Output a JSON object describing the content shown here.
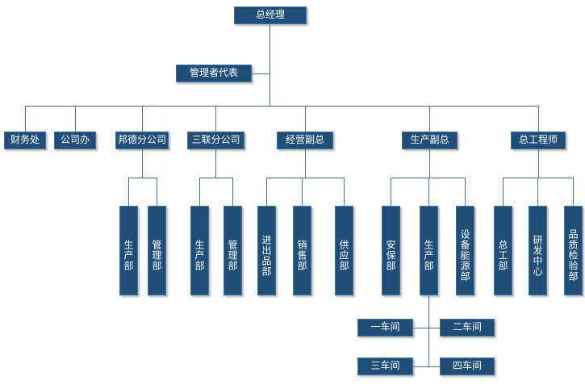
{
  "diagram": {
    "type": "org-chart",
    "background": "#ffffff",
    "colors": {
      "node_fill": "#1f4e79",
      "node_border": "#41719c",
      "connector_line": "#41719c",
      "node_text": "#ffffff"
    },
    "nodes": [
      {
        "id": "general-manager",
        "label": "总经理"
      },
      {
        "id": "management-representative",
        "label": "管理者代表"
      },
      {
        "id": "finance-office",
        "label": "财务处"
      },
      {
        "id": "company-office",
        "label": "公司办"
      },
      {
        "id": "bangde-branch",
        "label": "邦德分公司"
      },
      {
        "id": "sanlian-branch",
        "label": "三联分公司"
      },
      {
        "id": "operations-vp",
        "label": "经营副总"
      },
      {
        "id": "production-vp",
        "label": "生产副总"
      },
      {
        "id": "chief-engineer",
        "label": "总工程师"
      },
      {
        "id": "bangde-production-dept",
        "label": "生产部"
      },
      {
        "id": "bangde-management-dept",
        "label": "管理部"
      },
      {
        "id": "sanlian-production-dept",
        "label": "生产部"
      },
      {
        "id": "sanlian-management-dept",
        "label": "管理部"
      },
      {
        "id": "import-export-dept",
        "label": "进出品部"
      },
      {
        "id": "sales-dept",
        "label": "销售部"
      },
      {
        "id": "supply-dept",
        "label": "供应部"
      },
      {
        "id": "security-dept",
        "label": "安保部"
      },
      {
        "id": "production-dept",
        "label": "生产部"
      },
      {
        "id": "equipment-energy-dept",
        "label": "设备能源部"
      },
      {
        "id": "chief-engineer-dept",
        "label": "总工部"
      },
      {
        "id": "rd-center",
        "label": "研发中心"
      },
      {
        "id": "quality-inspection-dept",
        "label": "品质检验部"
      },
      {
        "id": "workshop-1",
        "label": "一车间"
      },
      {
        "id": "workshop-2",
        "label": "二车间"
      },
      {
        "id": "workshop-3",
        "label": "三车间"
      },
      {
        "id": "workshop-4",
        "label": "四车间"
      }
    ]
  }
}
